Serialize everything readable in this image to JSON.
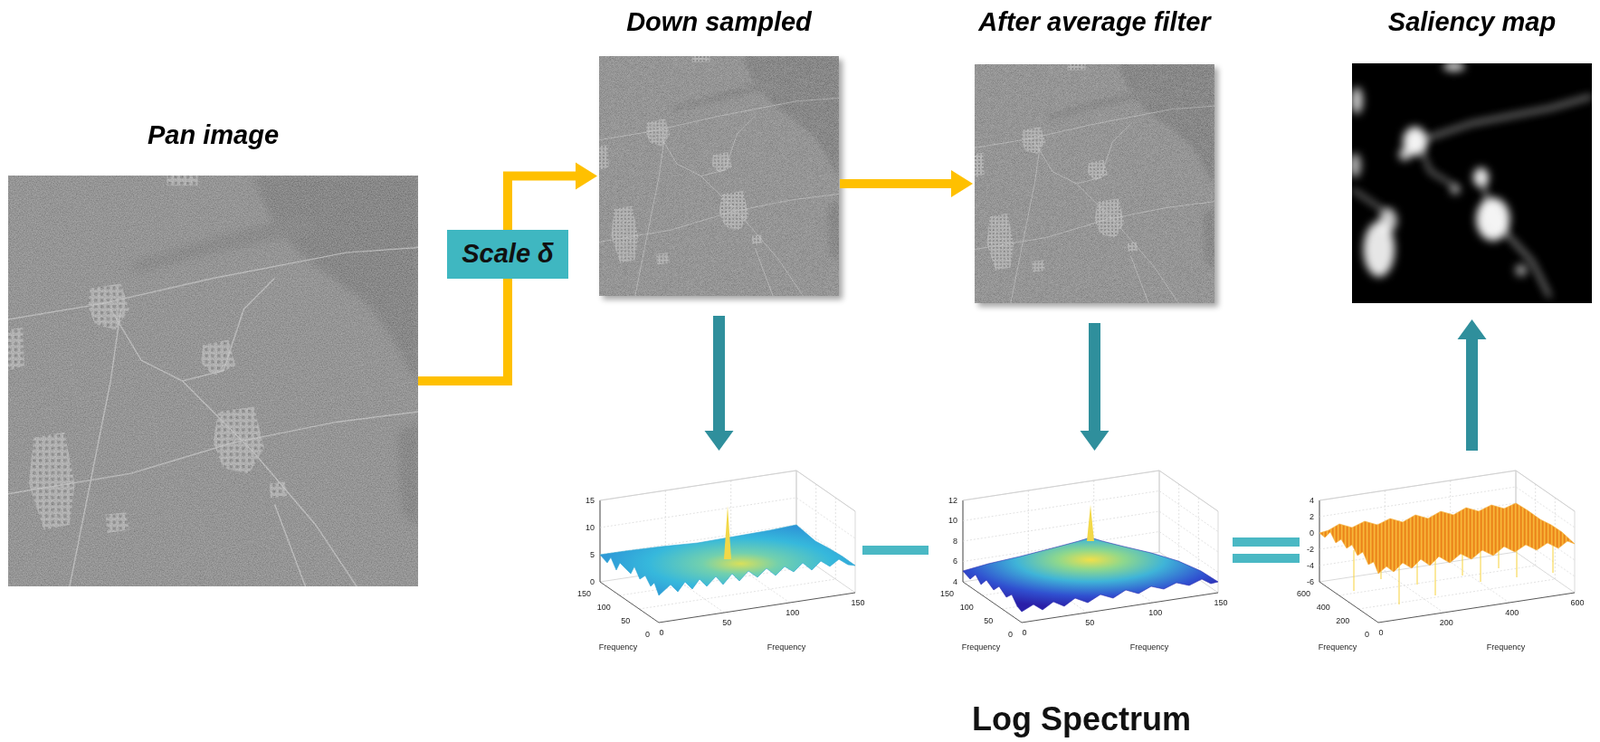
{
  "diagram": {
    "nodes": [
      {
        "text": [
          "Pan image"
        ]
      },
      {
        "text": [
          "Down sampled"
        ]
      },
      {
        "text": [
          "After average filter"
        ]
      },
      {
        "text": [
          "Saliency map"
        ]
      },
      {
        "text": [
          "15",
          "10",
          "5",
          "0",
          "150",
          "100",
          "50",
          "0",
          "0",
          "50",
          "100",
          "150",
          "Frequency",
          "Frequency"
        ]
      },
      {
        "text": [
          "12",
          "10",
          "8",
          "6",
          "4",
          "150",
          "100",
          "50",
          "0",
          "0",
          "50",
          "100",
          "150",
          "Frequency",
          "Frequency"
        ]
      },
      {
        "text": [
          "4",
          "2",
          "0",
          "-2",
          "-4",
          "-6",
          "600",
          "400",
          "200",
          "0",
          "0",
          "200",
          "400",
          "600",
          "Frequency",
          "Frequency"
        ]
      }
    ],
    "edges": [
      {
        "from": 0,
        "to": 1,
        "arrow": "to",
        "label": "Scale δ"
      },
      {
        "from": 1,
        "to": 2,
        "arrow": "to"
      },
      {
        "from": 1,
        "to": 4,
        "arrow": "to"
      },
      {
        "from": 2,
        "to": 5,
        "arrow": "to"
      },
      {
        "from": 6,
        "to": 3,
        "arrow": "to"
      }
    ],
    "labels": [
      "Log Spectrum"
    ]
  }
}
